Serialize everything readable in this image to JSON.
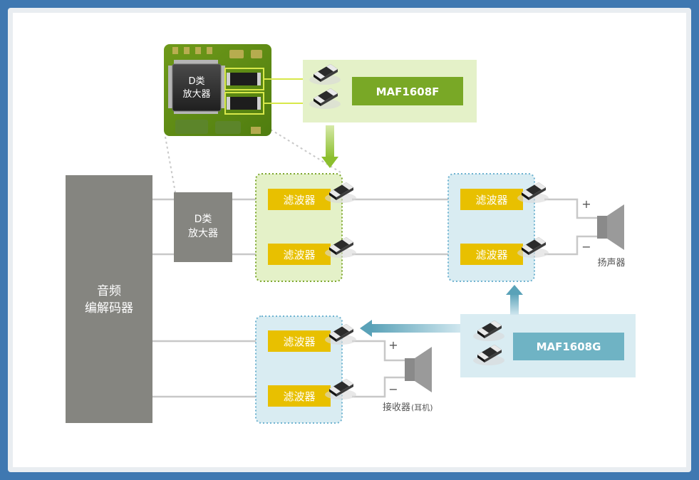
{
  "codec": {
    "line1": "音频",
    "line2": "编解码器"
  },
  "amp_block": {
    "line1": "D类",
    "line2": "放大器"
  },
  "chip": {
    "line1": "D类",
    "line2": "放大器"
  },
  "filter_label": "滤波器",
  "maf_f": {
    "label": "MAF1608F"
  },
  "maf_g": {
    "label": "MAF1608G"
  },
  "speaker": {
    "label": "扬声器",
    "plus": "+",
    "minus": "−"
  },
  "receiver": {
    "label": "接收器",
    "label_small": "(耳机)",
    "plus": "+",
    "minus": "−"
  },
  "colors": {
    "codec_gray": "#858580",
    "filter_yellow": "#e8c000",
    "maf_f_green": "#79a826",
    "maf_g_teal": "#6fb3c4",
    "green_panel": "#e4f1c8",
    "blue_panel": "#d9ecf2"
  }
}
